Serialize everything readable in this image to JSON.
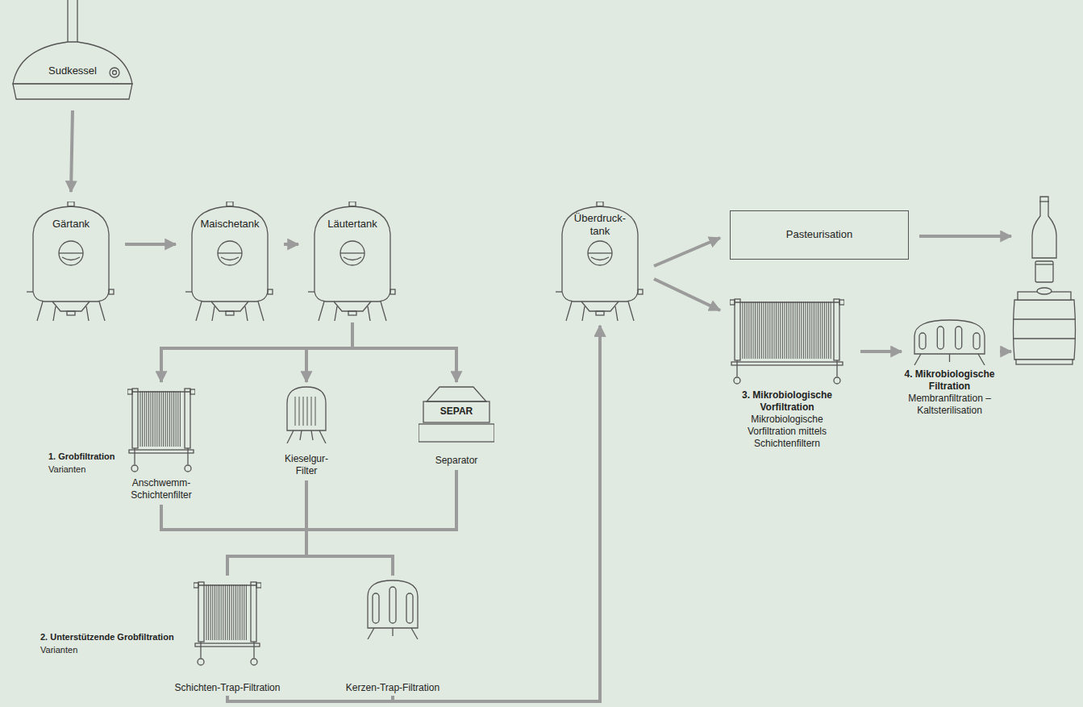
{
  "diagram": {
    "nodes": [
      {
        "text": [
          "Sudkessel"
        ]
      },
      {
        "text": [
          "Gärtank"
        ]
      },
      {
        "text": [
          "Maischetank"
        ]
      },
      {
        "text": [
          "Läutertank"
        ]
      },
      {
        "text": [
          "Anschwemm- Schichtenfilter"
        ]
      },
      {
        "text": [
          "Kieselgur- Filter"
        ]
      },
      {
        "text": [
          "SEPAR",
          "Separator"
        ]
      },
      {
        "text": [
          "Schichten-Trap-Filtration"
        ]
      },
      {
        "text": [
          "Kerzen-Trap-Filtration"
        ]
      },
      {
        "text": [
          "Überdruck- tank"
        ]
      },
      {
        "text": [
          "Pasteurisation"
        ]
      },
      {
        "text": [
          "3. Mikrobiologische Vorfiltration",
          "Mikrobiologische Vorfiltration mittels Schichtenfiltern"
        ]
      },
      {
        "text": [
          "4. Mikrobiologische Filtration",
          "Membranfiltration – Kaltsterilisation"
        ]
      }
    ],
    "edges": [
      {
        "from": 0,
        "to": 1,
        "arrow": "to"
      },
      {
        "from": 1,
        "to": 2,
        "arrow": "to"
      },
      {
        "from": 2,
        "to": 3,
        "arrow": "to"
      },
      {
        "from": 3,
        "to": 4,
        "arrow": "to"
      },
      {
        "from": 3,
        "to": 5,
        "arrow": "to"
      },
      {
        "from": 3,
        "to": 6,
        "arrow": "to"
      },
      {
        "from": 4,
        "to": 7,
        "arrow": "none"
      },
      {
        "from": 4,
        "to": 8,
        "arrow": "none"
      },
      {
        "from": 5,
        "to": 7,
        "arrow": "none"
      },
      {
        "from": 5,
        "to": 8,
        "arrow": "none"
      },
      {
        "from": 6,
        "to": 7,
        "arrow": "none"
      },
      {
        "from": 6,
        "to": 8,
        "arrow": "none"
      },
      {
        "from": 7,
        "to": 9,
        "arrow": "to"
      },
      {
        "from": 8,
        "to": 9,
        "arrow": "to"
      },
      {
        "from": 9,
        "to": 10,
        "arrow": "to"
      },
      {
        "from": 9,
        "to": 11,
        "arrow": "to"
      },
      {
        "from": 11,
        "to": 12,
        "arrow": "to"
      }
    ],
    "labels": [
      "1. Grobfiltration",
      "Varianten",
      "2. Unterstützende Grobfiltration",
      "Varianten"
    ]
  }
}
